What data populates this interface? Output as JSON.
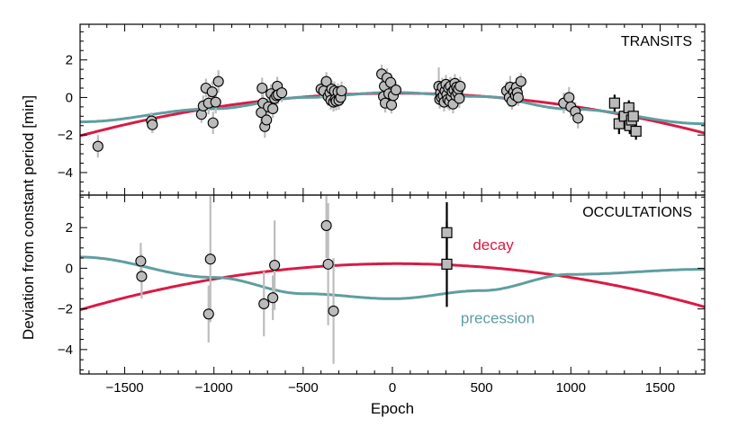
{
  "figure": {
    "ylabel": "Deviation from constant period [min]",
    "xlabel": "Epoch"
  },
  "colors": {
    "decay": "#d81b45",
    "precession": "#5f9ea0",
    "marker_fill": "#bbbbbb",
    "errorbar_gray": "#bdbdbd",
    "errorbar_black": "#000000"
  },
  "chart_data": [
    {
      "type": "scatter",
      "panel_label": "TRANSITS",
      "xlim": [
        -1750,
        1750
      ],
      "ylim": [
        -5.2,
        3.9
      ],
      "xticks": [
        -1500,
        -1000,
        -500,
        0,
        500,
        1000,
        1500
      ],
      "yticks": [
        -4,
        -2,
        0,
        2
      ],
      "grid": false,
      "curves": [
        {
          "name": "decay",
          "model": "quadratic",
          "x": [
            -1750,
            -1000,
            -500,
            0,
            500,
            1000,
            1750
          ],
          "y": [
            -2.05,
            -0.57,
            0.07,
            0.28,
            0.07,
            -0.57,
            -1.85
          ]
        },
        {
          "name": "precession",
          "model": "sinusoid",
          "x": [
            -1750,
            -1000,
            -500,
            0,
            500,
            1000,
            1750
          ],
          "y": [
            -1.3,
            -0.6,
            0.0,
            0.27,
            0.05,
            -0.62,
            -1.4
          ]
        }
      ],
      "series": [
        {
          "marker": "circle",
          "errorbar_color": "gray",
          "points": [
            [
              -1650,
              -2.6,
              0.6
            ],
            [
              -1350,
              -1.25,
              0.45
            ],
            [
              -1345,
              -1.45,
              0.45
            ],
            [
              -1070,
              -0.9,
              0.45
            ],
            [
              -1060,
              -0.45,
              0.55
            ],
            [
              -1045,
              0.5,
              0.5
            ],
            [
              -1030,
              -0.3,
              0.6
            ],
            [
              -1010,
              0.3,
              0.55
            ],
            [
              -1005,
              -1.35,
              0.6
            ],
            [
              -990,
              -0.25,
              0.6
            ],
            [
              -975,
              0.85,
              0.6
            ],
            [
              -735,
              -0.8,
              0.55
            ],
            [
              -730,
              0.5,
              0.55
            ],
            [
              -725,
              -0.3,
              0.5
            ],
            [
              -715,
              -1.55,
              0.6
            ],
            [
              -705,
              -1.2,
              0.55
            ],
            [
              -695,
              -0.5,
              0.5
            ],
            [
              -680,
              0.2,
              0.5
            ],
            [
              -670,
              -0.6,
              0.5
            ],
            [
              -660,
              -0.05,
              0.5
            ],
            [
              -650,
              0.1,
              0.55
            ],
            [
              -645,
              0.6,
              0.5
            ],
            [
              -640,
              0.15,
              0.5
            ],
            [
              -620,
              0.25,
              0.5
            ],
            [
              -400,
              0.45,
              0.45
            ],
            [
              -385,
              0.35,
              0.45
            ],
            [
              -370,
              0.85,
              0.5
            ],
            [
              -360,
              0.05,
              0.5
            ],
            [
              -350,
              0.25,
              0.45
            ],
            [
              -345,
              -0.15,
              0.5
            ],
            [
              -340,
              0.45,
              0.45
            ],
            [
              -330,
              -0.25,
              0.5
            ],
            [
              -325,
              0.35,
              0.5
            ],
            [
              -320,
              -0.1,
              0.45
            ],
            [
              -315,
              -0.2,
              0.5
            ],
            [
              -305,
              0.3,
              0.45
            ],
            [
              -300,
              -0.15,
              0.5
            ],
            [
              -290,
              0.0,
              0.45
            ],
            [
              -285,
              0.35,
              0.5
            ],
            [
              -60,
              1.25,
              0.5
            ],
            [
              -50,
              0.05,
              0.45
            ],
            [
              -45,
              0.6,
              0.5
            ],
            [
              -40,
              -0.3,
              0.5
            ],
            [
              -30,
              1.05,
              0.5
            ],
            [
              -20,
              0.2,
              0.45
            ],
            [
              -10,
              0.8,
              0.5
            ],
            [
              -5,
              -0.4,
              0.45
            ],
            [
              5,
              0.1,
              0.45
            ],
            [
              20,
              0.4,
              0.45
            ],
            [
              260,
              0.6,
              1.0
            ],
            [
              265,
              -0.1,
              0.5
            ],
            [
              270,
              0.25,
              0.5
            ],
            [
              275,
              0.0,
              0.5
            ],
            [
              280,
              0.55,
              0.5
            ],
            [
              285,
              0.1,
              0.45
            ],
            [
              290,
              -0.25,
              0.5
            ],
            [
              295,
              0.35,
              0.5
            ],
            [
              300,
              0.7,
              0.5
            ],
            [
              305,
              0.15,
              0.5
            ],
            [
              310,
              -0.1,
              0.5
            ],
            [
              315,
              0.5,
              0.45
            ],
            [
              320,
              -0.2,
              0.5
            ],
            [
              325,
              0.6,
              0.5
            ],
            [
              330,
              0.05,
              0.45
            ],
            [
              335,
              0.3,
              0.5
            ],
            [
              340,
              -0.35,
              0.5
            ],
            [
              345,
              0.4,
              0.5
            ],
            [
              350,
              0.75,
              0.5
            ],
            [
              355,
              0.1,
              0.5
            ],
            [
              360,
              0.55,
              0.5
            ],
            [
              365,
              0.25,
              0.45
            ],
            [
              370,
              0.45,
              0.5
            ],
            [
              375,
              -0.05,
              0.5
            ],
            [
              380,
              0.6,
              0.5
            ],
            [
              640,
              0.35,
              0.5
            ],
            [
              655,
              0.0,
              0.5
            ],
            [
              660,
              0.55,
              0.6
            ],
            [
              670,
              -0.2,
              0.45
            ],
            [
              680,
              0.3,
              0.5
            ],
            [
              690,
              0.1,
              0.45
            ],
            [
              695,
              0.55,
              0.5
            ],
            [
              700,
              0.25,
              0.5
            ],
            [
              705,
              0.0,
              0.45
            ],
            [
              720,
              0.85,
              0.45
            ],
            [
              960,
              -0.3,
              0.55
            ],
            [
              990,
              0.0,
              0.55
            ],
            [
              1000,
              -0.5,
              0.55
            ],
            [
              1025,
              -0.75,
              0.5
            ],
            [
              1040,
              -1.1,
              0.55
            ]
          ]
        },
        {
          "marker": "square",
          "errorbar_color": "black",
          "points": [
            [
              1245,
              -0.3,
              0.45
            ],
            [
              1270,
              -1.4,
              0.55
            ],
            [
              1300,
              -1.0,
              0.45
            ],
            [
              1325,
              -0.55,
              0.4
            ],
            [
              1330,
              -1.5,
              0.45
            ],
            [
              1340,
              -1.2,
              0.45
            ],
            [
              1350,
              -1.0,
              0.5
            ],
            [
              1365,
              -1.8,
              0.45
            ]
          ]
        }
      ]
    },
    {
      "type": "scatter",
      "panel_label": "OCCULTATIONS",
      "xlim": [
        -1750,
        1750
      ],
      "ylim": [
        -5.2,
        3.6
      ],
      "xticks": [
        -1500,
        -1000,
        -500,
        0,
        500,
        1000,
        1500
      ],
      "xtick_labels": [
        "−1500",
        "−1000",
        "−500",
        "0",
        "500",
        "1000",
        "1500"
      ],
      "yticks": [
        -4,
        -2,
        0,
        2
      ],
      "grid": false,
      "curves": [
        {
          "name": "decay",
          "label": "decay",
          "model": "quadratic",
          "x": [
            -1750,
            -1000,
            -500,
            0,
            500,
            1000,
            1750
          ],
          "y": [
            -2.05,
            -0.57,
            0.07,
            0.28,
            0.07,
            -0.57,
            -1.85
          ]
        },
        {
          "name": "precession",
          "label": "precession",
          "model": "sinusoid",
          "x": [
            -1750,
            -1000,
            -500,
            0,
            500,
            1000,
            1750
          ],
          "y": [
            0.55,
            -0.45,
            -1.25,
            -1.5,
            -1.1,
            -0.3,
            -0.05
          ]
        }
      ],
      "series": [
        {
          "marker": "circle",
          "errorbar_color": "gray",
          "points": [
            [
              -1410,
              0.35,
              0.9
            ],
            [
              -1405,
              -0.4,
              1.1
            ],
            [
              -1030,
              -2.25,
              1.4
            ],
            [
              -1020,
              0.45,
              3.1
            ],
            [
              -720,
              -1.75,
              1.6
            ],
            [
              -670,
              -1.45,
              1.1
            ],
            [
              -660,
              0.15,
              2.2
            ],
            [
              -370,
              2.1,
              1.6
            ],
            [
              -360,
              0.2,
              3.0
            ],
            [
              -330,
              -2.1,
              2.6
            ]
          ]
        },
        {
          "marker": "square",
          "errorbar_color": "black",
          "points": [
            [
              305,
              1.75,
              1.5
            ],
            [
              305,
              0.2,
              2.1
            ]
          ]
        }
      ]
    }
  ]
}
